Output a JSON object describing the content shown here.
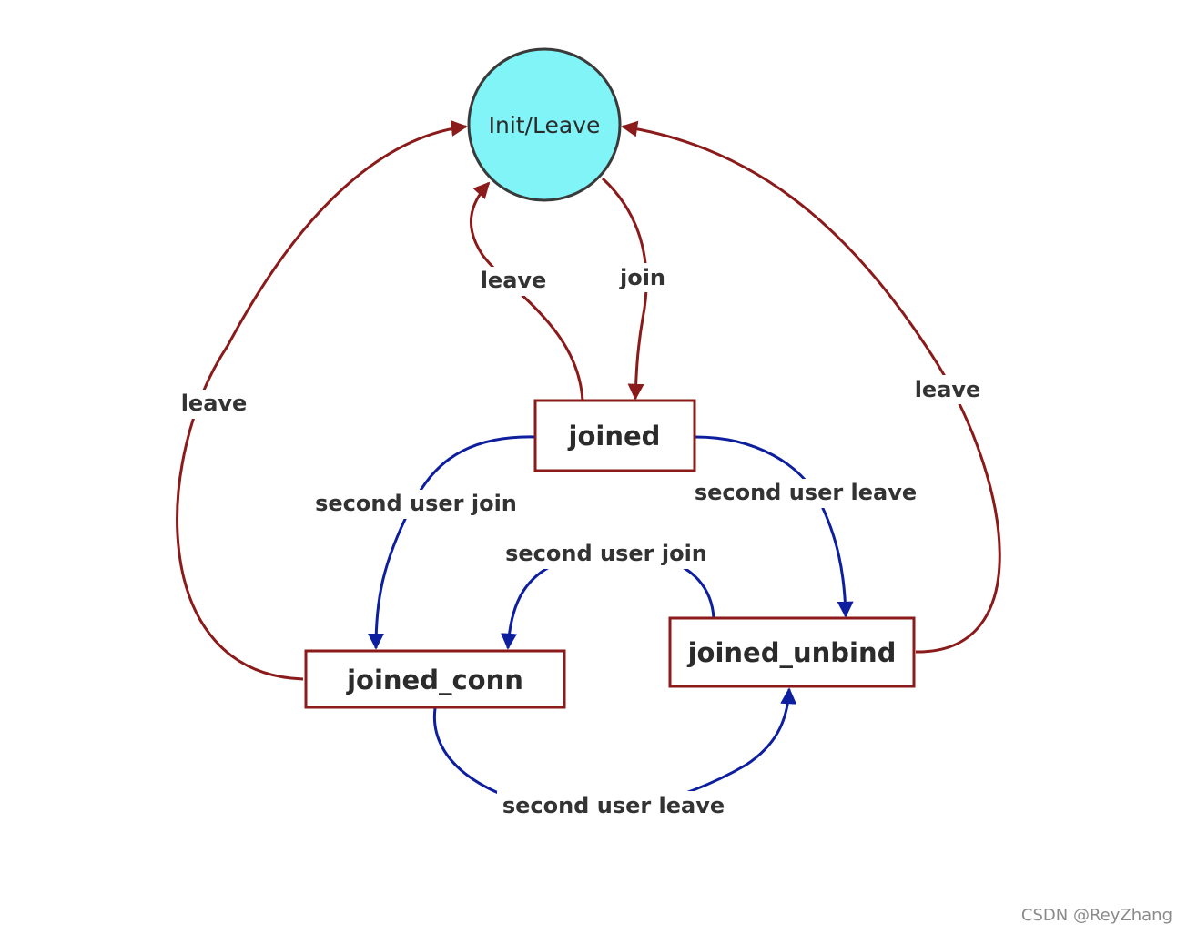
{
  "states": {
    "init": "Init/Leave",
    "joined": "joined",
    "joined_conn": "joined_conn",
    "joined_unbind": "joined_unbind"
  },
  "transitions": {
    "init_to_joined": "join",
    "joined_to_init": "leave",
    "conn_to_init": "leave",
    "unbind_to_init": "leave",
    "joined_to_conn": "second user join",
    "joined_to_unbind": "second user leave",
    "unbind_to_conn": "second user join",
    "conn_to_unbind": "second user leave"
  },
  "colors": {
    "state_border": "#8b1a1a",
    "initial_fill": "#80f4f7",
    "leave_edges": "#8b1a1a",
    "user_edges": "#0d1f9e"
  },
  "watermark": "CSDN @ReyZhang"
}
